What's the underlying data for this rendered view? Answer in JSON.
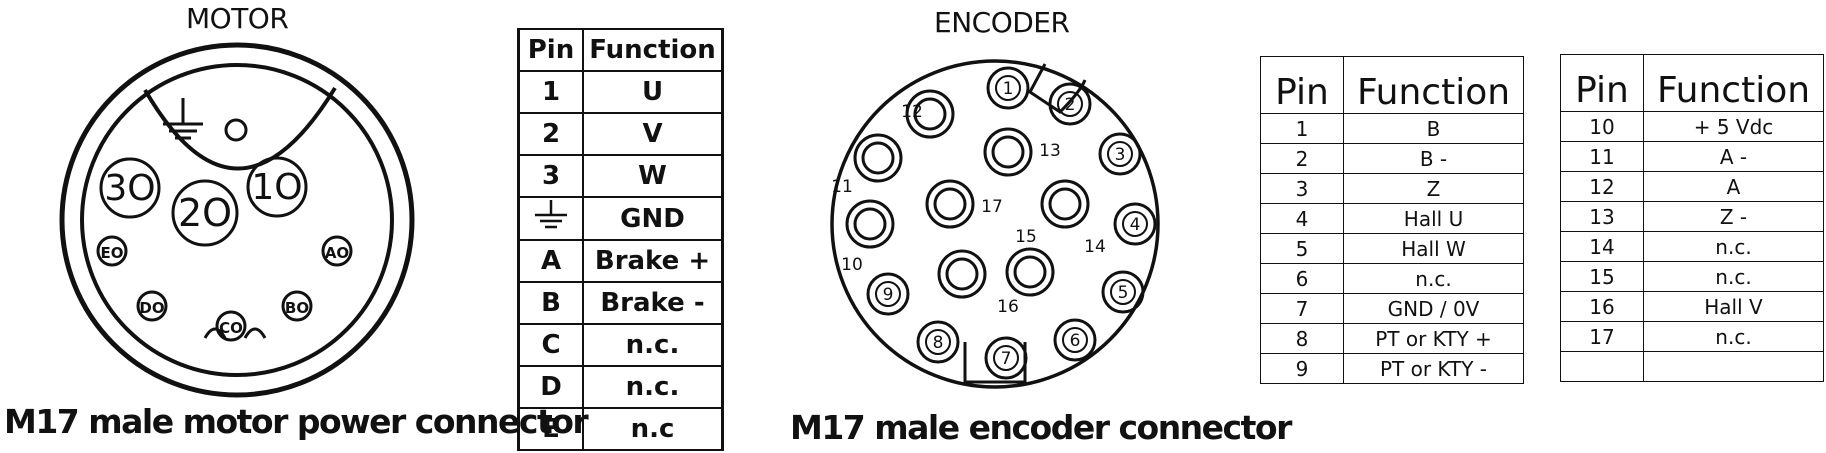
{
  "motor": {
    "title": "MOTOR",
    "caption": "M17 male motor power  connector",
    "pins": [
      {
        "id": "ground",
        "label": ""
      },
      {
        "id": "1",
        "label": "1O"
      },
      {
        "id": "2",
        "label": "2O"
      },
      {
        "id": "3",
        "label": "3O"
      },
      {
        "id": "A",
        "label": "AO"
      },
      {
        "id": "B",
        "label": "BO"
      },
      {
        "id": "C",
        "label": "CO"
      },
      {
        "id": "D",
        "label": "DO"
      },
      {
        "id": "E",
        "label": "EO"
      }
    ]
  },
  "motor_table": {
    "headers": [
      "Pin",
      "Function"
    ],
    "rows": [
      {
        "pin": "1",
        "function": "U"
      },
      {
        "pin": "2",
        "function": "V"
      },
      {
        "pin": "3",
        "function": "W"
      },
      {
        "pin": "",
        "function": "GND",
        "pin_icon": "ground-icon"
      },
      {
        "pin": "A",
        "function": "Brake +"
      },
      {
        "pin": "B",
        "function": "Brake -"
      },
      {
        "pin": "C",
        "function": "n.c."
      },
      {
        "pin": "D",
        "function": "n.c."
      },
      {
        "pin": "E",
        "function": "n.c"
      }
    ]
  },
  "encoder": {
    "title": "ENCODER",
    "caption": "M17 male encoder connector",
    "pins": [
      "1",
      "2",
      "3",
      "4",
      "5",
      "6",
      "7",
      "8",
      "9",
      "10",
      "11",
      "12",
      "13",
      "14",
      "15",
      "16",
      "17"
    ]
  },
  "encoder_table_1": {
    "headers": [
      "Pin",
      "Function"
    ],
    "rows": [
      {
        "pin": "1",
        "function": "B"
      },
      {
        "pin": "2",
        "function": "B -"
      },
      {
        "pin": "3",
        "function": "Z"
      },
      {
        "pin": "4",
        "function": "Hall U"
      },
      {
        "pin": "5",
        "function": "Hall W"
      },
      {
        "pin": "6",
        "function": "n.c."
      },
      {
        "pin": "7",
        "function": "GND / 0V"
      },
      {
        "pin": "8",
        "function": "PT or KTY +"
      },
      {
        "pin": "9",
        "function": "PT or KTY -"
      }
    ]
  },
  "encoder_table_2": {
    "headers": [
      "Pin",
      "Function"
    ],
    "rows": [
      {
        "pin": "10",
        "function": "+ 5 Vdc"
      },
      {
        "pin": "11",
        "function": "A -"
      },
      {
        "pin": "12",
        "function": "A"
      },
      {
        "pin": "13",
        "function": "Z -"
      },
      {
        "pin": "14",
        "function": "n.c."
      },
      {
        "pin": "15",
        "function": "n.c."
      },
      {
        "pin": "16",
        "function": "Hall V"
      },
      {
        "pin": "17",
        "function": "n.c."
      },
      {
        "pin": "",
        "function": ""
      }
    ]
  }
}
